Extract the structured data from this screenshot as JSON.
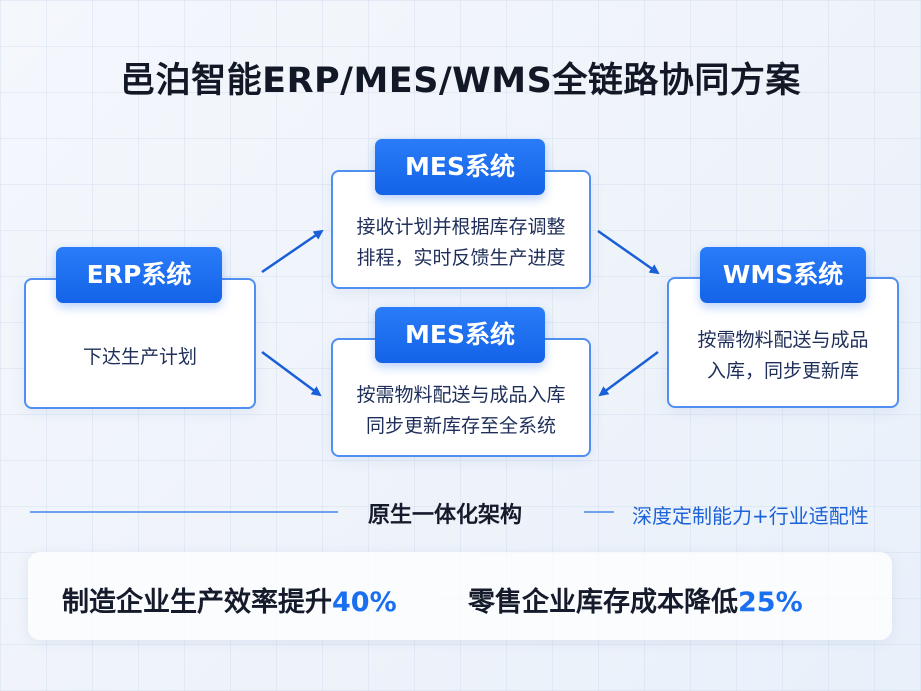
{
  "title": "邑泊智能ERP/MES/WMS全链路协同方案",
  "nodes": {
    "erp": {
      "label": "ERP系统",
      "text": "下达生产计划"
    },
    "mes_top": {
      "label": "MES系统",
      "line1": "接收计划并根据库存调整",
      "line2": "排程，实时反馈生产进度"
    },
    "mes_bottom": {
      "label": "MES系统",
      "line1": "按需物料配送与成品入库",
      "line2": "同步更新库存至全系统"
    },
    "wms": {
      "label": "WMS系统",
      "line1": "按需物料配送与成品",
      "line2": "入库，同步更新库"
    }
  },
  "architecture": {
    "label": "原生一体化架构",
    "feature": "深度定制能力+行业适配性"
  },
  "stats": [
    {
      "text": "制造企业生产效率提升",
      "value": "40%"
    },
    {
      "text": "零售企业库存成本降低",
      "value": "25%"
    }
  ],
  "colors": {
    "accent": "#1463e8",
    "border": "#4f8ff0",
    "highlight": "#1a6ef0"
  }
}
